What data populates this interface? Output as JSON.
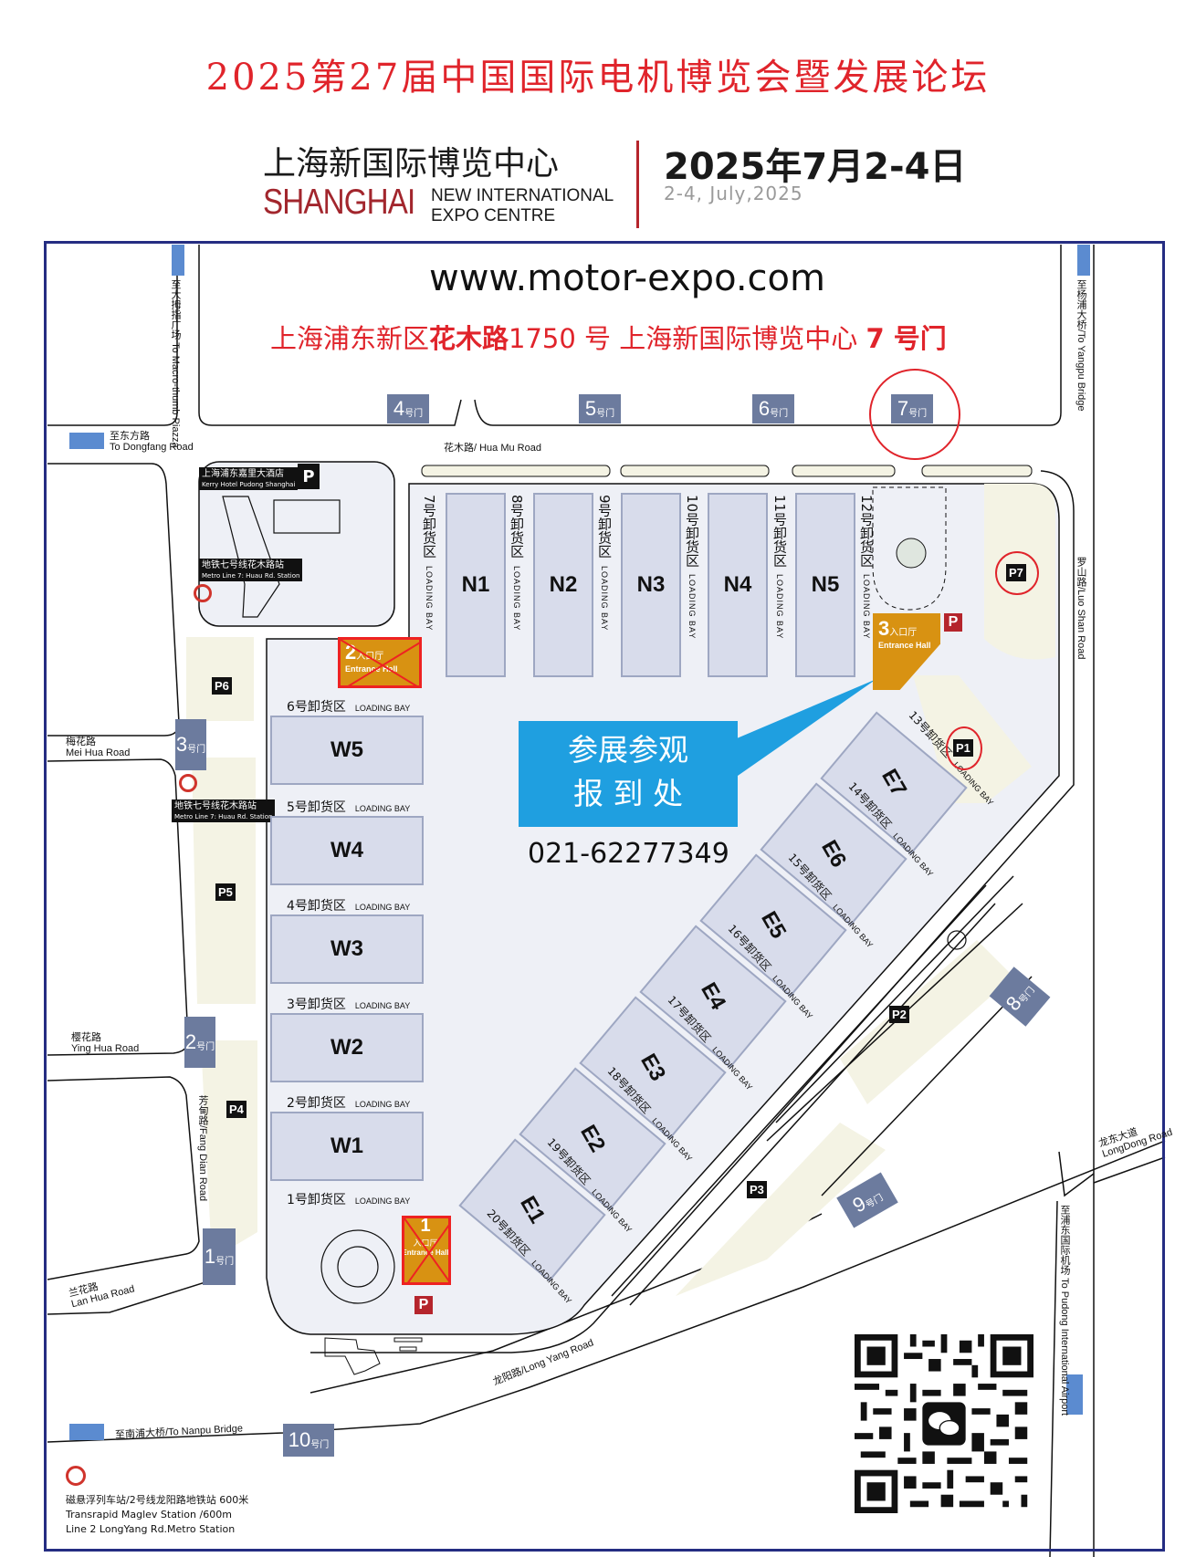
{
  "header": {
    "title": "2025第27届中国国际电机博览会暨发展论坛",
    "venue_cn": "上海新国际博览中心",
    "venue_shanghai": "SHANGHAI",
    "venue_en_line1": "NEW INTERNATIONAL",
    "venue_en_line2": "EXPO CENTRE",
    "date_cn": "2025年7月2-4日",
    "date_en": "2-4, July,2025"
  },
  "map": {
    "website": "www.motor-expo.com",
    "address_prefix": "上海浦东新区",
    "address_road": "花木路",
    "address_number": "1750 号 上海新国际博览中心 ",
    "address_gate": "7 号门",
    "registration": {
      "line1": "参展参观",
      "line2": "报 到 处",
      "phone": "021-62277349"
    },
    "roads": {
      "macro_thumb_cn": "至大拇指广场",
      "macro_thumb_en": "To Macro-thumb Piazza",
      "dongfang_cn": "至东方路",
      "dongfang_en": "To Dongfang Road",
      "huamu": "花木路/ Hua Mu Road",
      "yangpu": "至杨浦大桥/To Yangpu Bridge",
      "luoshan": "罗山路/Luo Shan Road",
      "meihua_cn": "梅花路",
      "meihua_en": "Mei Hua Road",
      "yinghua_cn": "樱花路",
      "yinghua_en": "Ying Hua Road",
      "fangdian": "芳甸路/Fang Dian Road",
      "lanhua_cn": "兰花路",
      "lanhua_en": "Lan Hua Road",
      "nanpu": "至南浦大桥/To Nanpu Bridge",
      "longyang": "龙阳路/Long Yang Road",
      "longdong_cn": "龙东大道",
      "longdong_en": "LongDong Road",
      "pudong_airport_cn": "至浦东国际机场",
      "pudong_airport_en": "To Pudong International Airport"
    },
    "gates": [
      {
        "num": "1",
        "suffix": "号门"
      },
      {
        "num": "2",
        "suffix": "号门"
      },
      {
        "num": "3",
        "suffix": "号门"
      },
      {
        "num": "4",
        "suffix": "号门"
      },
      {
        "num": "5",
        "suffix": "号门"
      },
      {
        "num": "6",
        "suffix": "号门"
      },
      {
        "num": "7",
        "suffix": "号门"
      },
      {
        "num": "8",
        "suffix": "号门"
      },
      {
        "num": "9",
        "suffix": "号门"
      },
      {
        "num": "10",
        "suffix": "号门"
      }
    ],
    "halls_north": [
      "N1",
      "N2",
      "N3",
      "N4",
      "N5"
    ],
    "halls_west": [
      "W5",
      "W4",
      "W3",
      "W2",
      "W1"
    ],
    "halls_east": [
      "E7",
      "E6",
      "E5",
      "E4",
      "E3",
      "E2",
      "E1"
    ],
    "loading_bays_north": [
      {
        "num": "7",
        "cn": "号卸货区",
        "en": "LOADING BAY"
      },
      {
        "num": "8",
        "cn": "号卸货区",
        "en": "LOADING BAY"
      },
      {
        "num": "9",
        "cn": "号卸货区",
        "en": "LOADING BAY"
      },
      {
        "num": "10",
        "cn": "号卸货区",
        "en": "LOADING BAY"
      },
      {
        "num": "11",
        "cn": "号卸货区",
        "en": "LOADING BAY"
      },
      {
        "num": "12",
        "cn": "号卸货区",
        "en": "LOADING BAY"
      }
    ],
    "loading_bays_west": [
      {
        "cn": "6号卸货区",
        "en": "LOADING BAY"
      },
      {
        "cn": "5号卸货区",
        "en": "LOADING BAY"
      },
      {
        "cn": "4号卸货区",
        "en": "LOADING BAY"
      },
      {
        "cn": "3号卸货区",
        "en": "LOADING BAY"
      },
      {
        "cn": "2号卸货区",
        "en": "LOADING BAY"
      },
      {
        "cn": "1号卸货区",
        "en": "LOADING BAY"
      }
    ],
    "loading_bays_east": [
      {
        "cn": "13号卸货区",
        "en": "LOADING BAY"
      },
      {
        "cn": "14号卸货区",
        "en": "LOADING BAY"
      },
      {
        "cn": "15号卸货区",
        "en": "LOADING BAY"
      },
      {
        "cn": "16号卸货区",
        "en": "LOADING BAY"
      },
      {
        "cn": "17号卸货区",
        "en": "LOADING BAY"
      },
      {
        "cn": "18号卸货区",
        "en": "LOADING BAY"
      },
      {
        "cn": "19号卸货区",
        "en": "LOADING BAY"
      },
      {
        "cn": "20号卸货区",
        "en": "LOADING BAY"
      }
    ],
    "entrance_halls": [
      {
        "num": "1",
        "cn": "入口厅",
        "en": "Entrance Hall",
        "closed": true
      },
      {
        "num": "2",
        "cn": "入口厅",
        "en": "Entrance Hall",
        "closed": true
      },
      {
        "num": "3",
        "cn": "入口厅",
        "en": "Entrance Hall",
        "closed": false
      }
    ],
    "parking": [
      "P1",
      "P2",
      "P3",
      "P4",
      "P5",
      "P6",
      "P7"
    ],
    "parking_symbol": "P",
    "hotel_cn": "上海浦东嘉里大酒店",
    "hotel_en": "Kerry Hotel Pudong Shanghai",
    "metro7_cn": "地铁七号线花木路站",
    "metro7_en": "Metro Line 7: Huau Rd. Station",
    "maglev_line1": "磁悬浮列车站/2号线龙阳路地铁站  600米",
    "maglev_line2": "Transrapid Maglev Station  /600m",
    "maglev_line3": "Line 2 LongYang Rd.Metro Station"
  },
  "colors": {
    "title_red": "#e0242b",
    "frame_navy": "#252d82",
    "gate_slate": "#6c7b9e",
    "hall_fill": "#d8dceb",
    "entrance_orange": "#d89212",
    "registration_blue": "#1f9fe0",
    "parking_area": "#f4f3e4",
    "ground": "#eef0f6"
  }
}
